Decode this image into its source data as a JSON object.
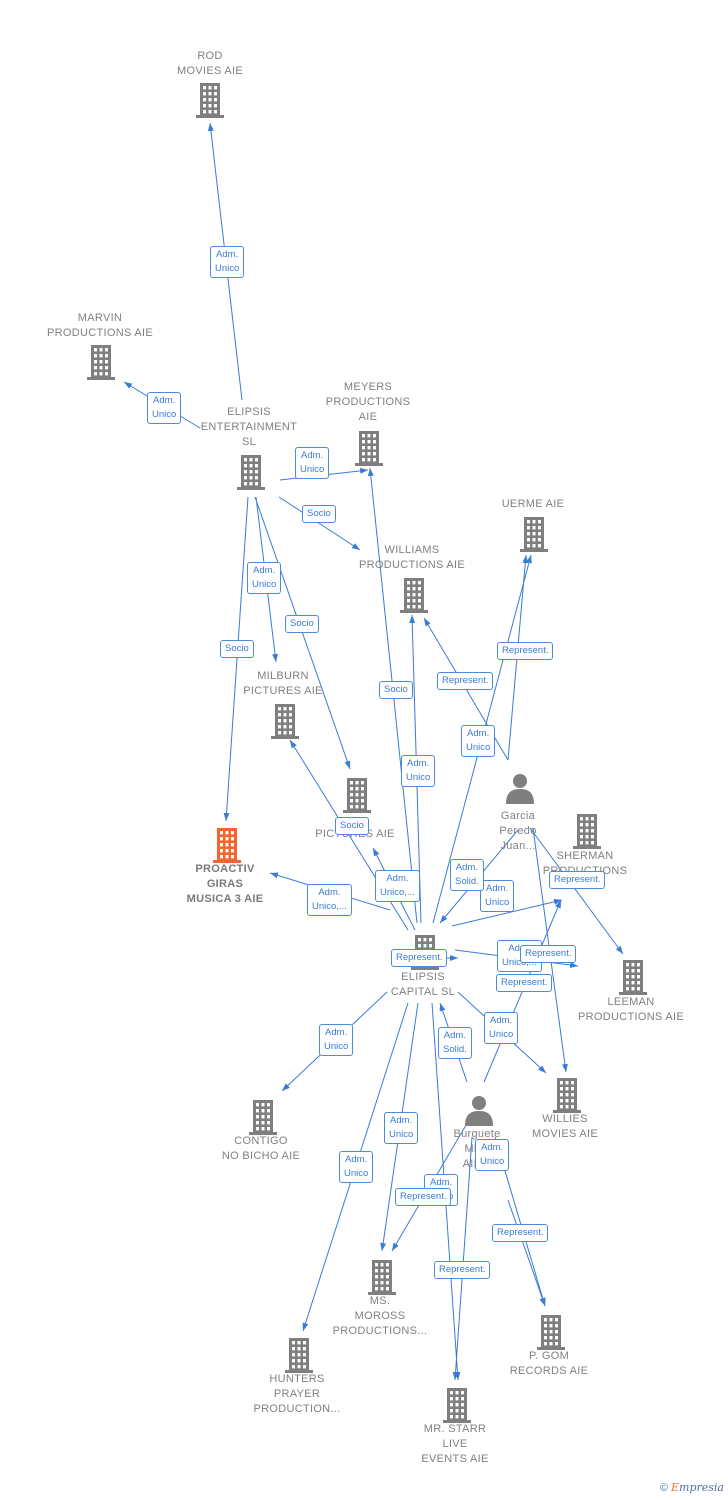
{
  "nodes": [
    {
      "id": "rod",
      "type": "company",
      "lines": [
        "ROD",
        "MOVIES  AIE"
      ]
    },
    {
      "id": "marvin",
      "type": "company",
      "lines": [
        "MARVIN",
        "PRODUCTIONS AIE"
      ]
    },
    {
      "id": "elipsis_ent",
      "type": "company",
      "lines": [
        "ELIPSIS",
        "ENTERTAINMENT",
        "SL"
      ]
    },
    {
      "id": "meyers",
      "type": "company",
      "lines": [
        "MEYERS",
        "PRODUCTIONS",
        "AIE"
      ]
    },
    {
      "id": "uerme",
      "type": "company",
      "lines": [
        "UERME AIE"
      ]
    },
    {
      "id": "williams",
      "type": "company",
      "lines": [
        "WILLIAMS",
        "PRODUCTIONS AIE"
      ]
    },
    {
      "id": "milburn",
      "type": "company",
      "lines": [
        "MILBURN",
        "PICTURES  AIE"
      ]
    },
    {
      "id": "garcia",
      "type": "person",
      "lines": [
        "Garcia",
        "Peredo",
        "Juan..."
      ]
    },
    {
      "id": "pictures",
      "type": "company",
      "lines": [
        "PICTURES  AIE"
      ]
    },
    {
      "id": "sherman",
      "type": "company",
      "lines": [
        "SHERMAN",
        "PRODUCTIONS",
        "AIE"
      ]
    },
    {
      "id": "proactiv",
      "type": "company",
      "highlight": true,
      "lines": [
        "PROACTIV",
        "GIRAS",
        "MUSICA 3  AIE"
      ]
    },
    {
      "id": "elipsis_cap",
      "type": "company",
      "lines": [
        "ELIPSIS",
        "CAPITAL  SL"
      ]
    },
    {
      "id": "leeman",
      "type": "company",
      "lines": [
        "LEEMAN",
        "PRODUCTIONS AIE"
      ]
    },
    {
      "id": "contigo",
      "type": "company",
      "lines": [
        "CONTIGO",
        "NO BICHO  AIE"
      ]
    },
    {
      "id": "burguete",
      "type": "person",
      "lines": [
        "Burguete",
        "Mina",
        "AIE..."
      ]
    },
    {
      "id": "willies",
      "type": "company",
      "lines": [
        "WILLIES",
        "MOVIES  AIE"
      ]
    },
    {
      "id": "moross",
      "type": "company",
      "lines": [
        "MS.",
        "MOROSS",
        "PRODUCTIONS..."
      ]
    },
    {
      "id": "pgom",
      "type": "company",
      "lines": [
        "P.  GOM",
        "RECORDS  AIE"
      ]
    },
    {
      "id": "hunters",
      "type": "company",
      "lines": [
        "HUNTERS",
        "PRAYER",
        "PRODUCTION..."
      ]
    },
    {
      "id": "starr",
      "type": "company",
      "lines": [
        "MR.  STARR",
        "LIVE",
        "EVENTS  AIE"
      ]
    }
  ],
  "edges": [
    {
      "from": "elipsis_ent",
      "to": "rod",
      "label": [
        "Adm.",
        "Unico"
      ]
    },
    {
      "from": "elipsis_ent",
      "to": "marvin",
      "label": [
        "Adm.",
        "Unico"
      ]
    },
    {
      "from": "elipsis_ent",
      "to": "meyers",
      "label": [
        "Adm.",
        "Unico"
      ]
    },
    {
      "from": "elipsis_ent",
      "to": "williams",
      "label": [
        "Socio"
      ]
    },
    {
      "from": "elipsis_ent",
      "to": "milburn",
      "label": [
        "Adm.",
        "Unico"
      ]
    },
    {
      "from": "elipsis_ent",
      "to": "pictures",
      "label": [
        "Socio"
      ]
    },
    {
      "from": "elipsis_ent",
      "to": "proactiv",
      "label": [
        "Socio"
      ]
    },
    {
      "from": "elipsis_cap",
      "to": "meyers",
      "label": [
        "Socio"
      ]
    },
    {
      "from": "elipsis_cap",
      "to": "williams",
      "label": [
        "Adm.",
        "Unico"
      ]
    },
    {
      "from": "elipsis_cap",
      "to": "uerme",
      "label": [
        "Adm.",
        "Unico"
      ]
    },
    {
      "from": "garcia",
      "to": "uerme",
      "label": [
        "Represent."
      ]
    },
    {
      "from": "garcia",
      "to": "williams",
      "label": [
        "Represent."
      ]
    },
    {
      "from": "elipsis_cap",
      "to": "milburn",
      "label": [
        "Socio"
      ]
    },
    {
      "from": "elipsis_cap",
      "to": "pictures",
      "label": [
        "Adm.",
        "Unico,..."
      ]
    },
    {
      "from": "elipsis_cap",
      "to": "proactiv",
      "label": [
        "Adm.",
        "Unico,..."
      ]
    },
    {
      "from": "elipsis_cap",
      "to": "sherman",
      "label": [
        "Adm.",
        "Unico"
      ]
    },
    {
      "from": "garcia",
      "to": "elipsis_cap",
      "label": [
        "Adm.",
        "Solid."
      ]
    },
    {
      "from": "garcia",
      "to": "leeman",
      "label": [
        "Represent."
      ]
    },
    {
      "from": "elipsis_cap",
      "to": "leeman",
      "label": [
        "Adm.",
        "Unico,..."
      ]
    },
    {
      "from": "burguete",
      "to": "sherman",
      "label": [
        "Represent."
      ]
    },
    {
      "from": "garcia",
      "to": "elipsis_cap",
      "label": [
        "Represent."
      ]
    },
    {
      "from": "burguete",
      "to": "elipsis_cap",
      "label": [
        "Adm.",
        "Solid."
      ]
    },
    {
      "from": "elipsis_cap",
      "to": "contigo",
      "label": [
        "Adm.",
        "Unico"
      ]
    },
    {
      "from": "elipsis_cap",
      "to": "willies",
      "label": [
        "Adm.",
        "Unico"
      ]
    },
    {
      "from": "elipsis_cap",
      "to": "moross",
      "label": [
        "Adm.",
        "Unico"
      ]
    },
    {
      "from": "elipsis_cap",
      "to": "hunters",
      "label": [
        "Adm.",
        "Unico"
      ]
    },
    {
      "from": "elipsis_cap",
      "to": "starr",
      "label": [
        "Adm.",
        "Unico"
      ]
    },
    {
      "from": "burguete",
      "to": "moross",
      "label": [
        "Represent."
      ]
    },
    {
      "from": "burguete",
      "to": "pgom",
      "label": [
        "Adm.",
        "Unico"
      ]
    },
    {
      "from": "burguete",
      "to": "starr",
      "label": [
        "Represent."
      ]
    },
    {
      "from": "garcia",
      "to": "pgom",
      "label": [
        "Represent."
      ]
    },
    {
      "from": "garcia",
      "to": "willies",
      "label": [
        "Represent."
      ]
    }
  ],
  "footer": {
    "copyright": "©",
    "brand_first": "E",
    "brand_rest": "mpresia"
  },
  "colors": {
    "edge": "#3a7bd5",
    "company_icon": "#7f7f7f",
    "highlight_icon": "#f4642c",
    "label": "#808080"
  }
}
